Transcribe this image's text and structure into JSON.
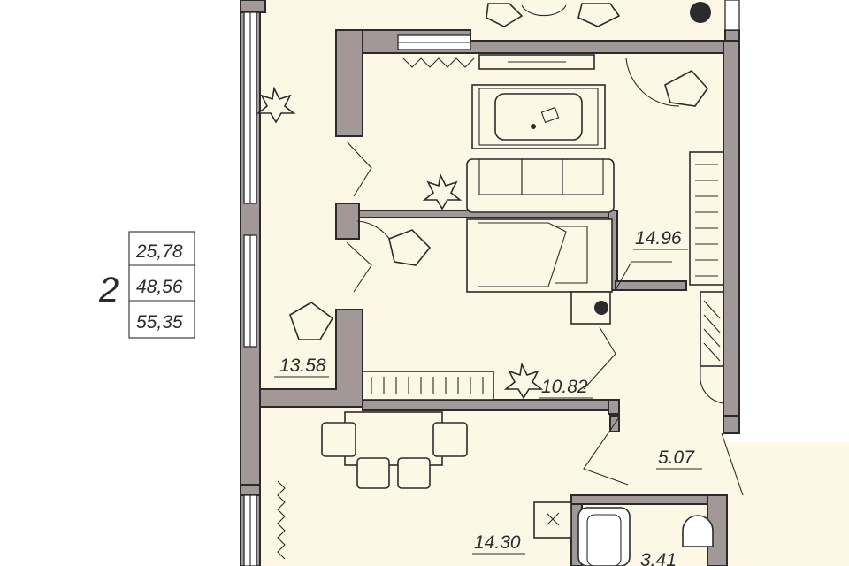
{
  "legend": {
    "rooms": "2",
    "areas": [
      "25,78",
      "48,56",
      "55,35"
    ]
  },
  "rooms": {
    "living": "13.58",
    "bedroom": "14.96",
    "cabinet": "10.82",
    "hall": "5.07",
    "kitchen": "14.30",
    "bathroom": "3.41"
  },
  "colors": {
    "wall": "#a39898",
    "floor": "#fdf7e6",
    "line": "#2b2b2b"
  }
}
